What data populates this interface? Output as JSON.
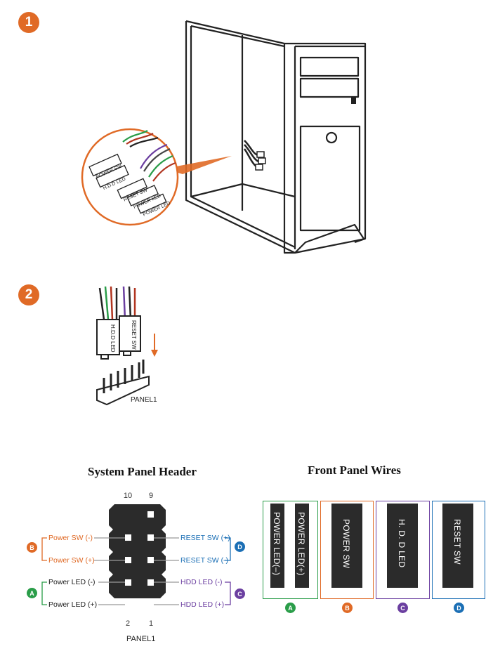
{
  "steps": {
    "step1": "1",
    "step2": "2"
  },
  "step1_callout": {
    "labels": [
      "POWER SW",
      "H.D.D LED",
      "RESET SW",
      "POWER LED",
      "POWER LED"
    ]
  },
  "step2_connector": {
    "connector_labels": [
      "H.D.D LED",
      "RESET SW"
    ],
    "header_name": "PANEL1"
  },
  "system_panel_header": {
    "title": "System Panel Header",
    "pin_top_left": "10",
    "pin_top_right": "9",
    "pin_bottom_left": "2",
    "pin_bottom_right": "1",
    "name": "PANEL1",
    "left_labels": [
      {
        "text": "Power SW (-)",
        "group": "B"
      },
      {
        "text": "Power SW (+)",
        "group": "B"
      },
      {
        "text": "Power LED (-)",
        "group": "A"
      },
      {
        "text": "Power LED (+)",
        "group": "A"
      }
    ],
    "right_labels": [
      {
        "text": "RESET SW (+)",
        "group": "D"
      },
      {
        "text": "RESET SW (-)",
        "group": "D"
      },
      {
        "text": "HDD LED (-)",
        "group": "C"
      },
      {
        "text": "HDD LED (+)",
        "group": "C"
      }
    ],
    "badges": {
      "A": "A",
      "B": "B",
      "C": "C",
      "D": "D"
    }
  },
  "front_panel_wires": {
    "title": "Front Panel Wires",
    "groups": [
      {
        "badge": "A",
        "labels": [
          "POWER LED(–)",
          "POWER LED(+)"
        ]
      },
      {
        "badge": "B",
        "labels": [
          "POWER SW"
        ]
      },
      {
        "badge": "C",
        "labels": [
          "H. D. D LED"
        ]
      },
      {
        "badge": "D",
        "labels": [
          "RESET SW"
        ]
      }
    ]
  },
  "colors": {
    "orange": "#e06a26",
    "blue": "#1b6fb5",
    "green": "#2a9d49",
    "purple": "#6b3fa0",
    "connector": "#2b2b2b"
  }
}
